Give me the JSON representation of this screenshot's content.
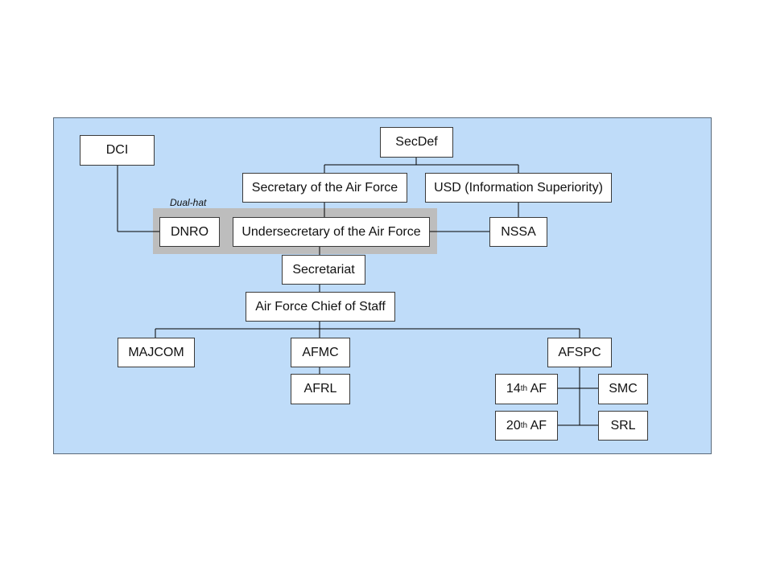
{
  "diagram": {
    "dual_hat_label": "Dual-hat",
    "nodes": {
      "dci": "DCI",
      "secdef": "SecDef",
      "secaf": "Secretary of the Air Force",
      "usd": "USD (Information Superiority)",
      "dnro": "DNRO",
      "undersec": "Undersecretary of the Air Force",
      "nssa": "NSSA",
      "secretariat": "Secretariat",
      "afcos": "Air Force Chief of Staff",
      "majcom": "MAJCOM",
      "afmc": "AFMC",
      "afspc": "AFSPC",
      "afrl": "AFRL",
      "af14_num": "14",
      "af14_sup": "th",
      "af14_rest": " AF",
      "smc": "SMC",
      "af20_num": "20",
      "af20_sup": "th",
      "af20_rest": " AF",
      "srl": "SRL"
    },
    "colors": {
      "panel_bg": "#bfdcf9",
      "dual_hat_band": "#bdbdbd",
      "node_bg": "#ffffff",
      "line": "#000000"
    }
  }
}
